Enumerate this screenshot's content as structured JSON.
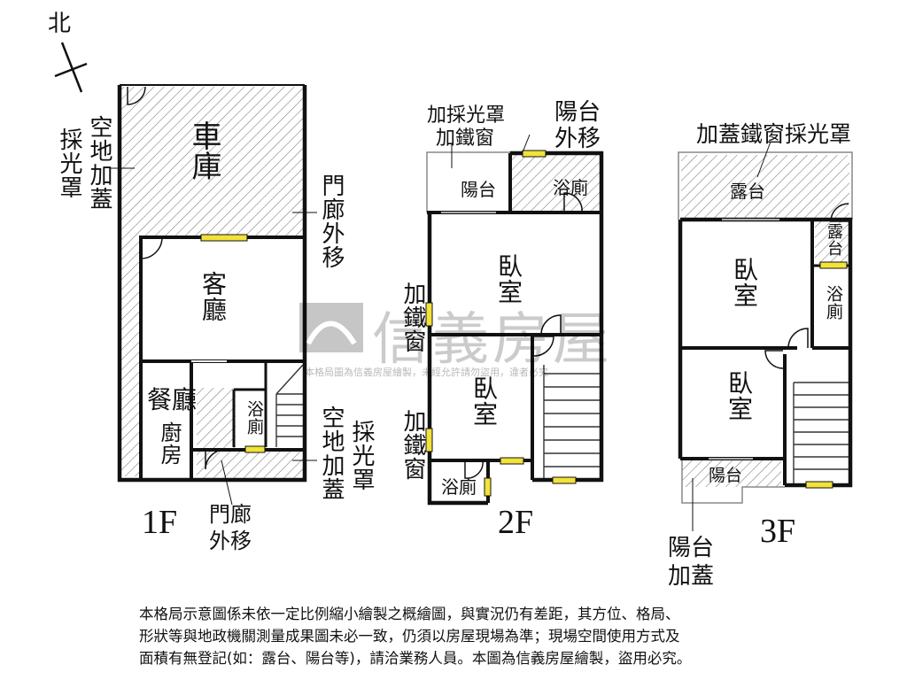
{
  "compass": {
    "north_label": "北"
  },
  "floor1": {
    "floor_label": "1F",
    "rooms": {
      "garage": "車庫",
      "living": "客廳",
      "dining": "餐廳",
      "kitchen": "廚房",
      "bath": "浴廁"
    },
    "notes": {
      "skylight_left_a": "空地加蓋",
      "skylight_left_b": "採光罩",
      "porch_shift_right": "門廊外移",
      "porch_shift_bottom": "門廊外移",
      "open_space_a": "空地加蓋",
      "open_space_b": "採光罩"
    }
  },
  "floor2": {
    "floor_label": "2F",
    "rooms": {
      "balcony": "陽台",
      "bath_top": "浴廁",
      "bedroom_main": "臥室",
      "bedroom_second": "臥室",
      "bath_bottom": "浴廁"
    },
    "notes": {
      "skylight_a": "加採光罩",
      "skylight_b": "加鐵窗",
      "balcony_shift_a": "陽台",
      "balcony_shift_b": "外移",
      "iron_window_1": "加鐵窗",
      "iron_window_2": "加鐵窗"
    }
  },
  "floor3": {
    "floor_label": "3F",
    "rooms": {
      "terrace": "露台",
      "terrace_small": "露台",
      "bedroom_top": "臥室",
      "bath": "浴廁",
      "bedroom_bottom": "臥室",
      "balcony": "陽台"
    },
    "notes": {
      "iron_window_skylight": "加蓋鐵窗採光罩",
      "balcony_added_a": "陽台",
      "balcony_added_b": "加蓋"
    }
  },
  "watermark": {
    "brand": "信義房屋",
    "sub": "本格局圖為信義房屋繪製，未經允許請勿盜用，違者必究"
  },
  "disclaimer": {
    "line1": "本格局示意圖係未依一定比例縮小繪製之概繪圖，與實況仍有差距，其方位、格局、",
    "line2": "形狀等與地政機關測量成果圖未必一致，仍須以房屋現場為準；現場空間使用方式及",
    "line3": "面積有無登記(如：露台、陽台等)，請洽業務人員。本圖為信義房屋繪製，盜用必究。"
  }
}
